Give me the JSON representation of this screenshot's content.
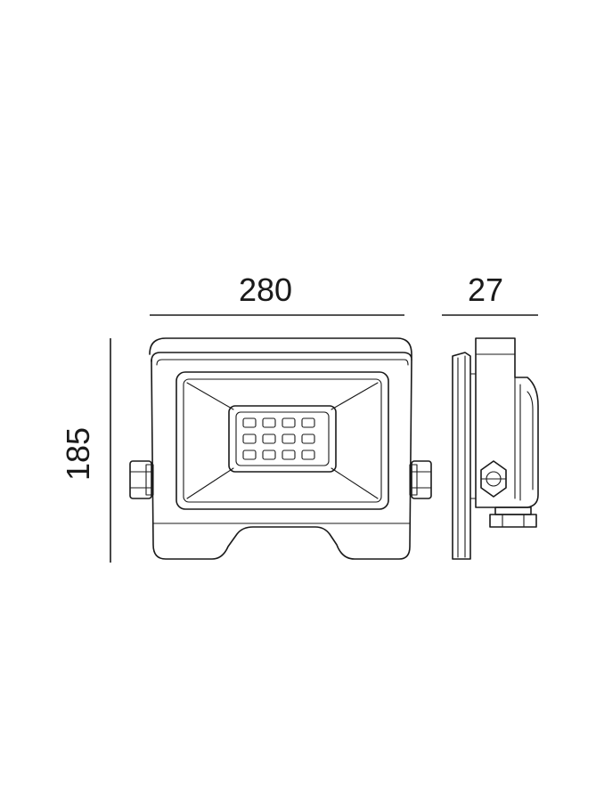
{
  "dimensions": {
    "width": "280",
    "depth": "27",
    "height": "185"
  },
  "colors": {
    "line": "#1a1a1a",
    "background": "#ffffff"
  }
}
